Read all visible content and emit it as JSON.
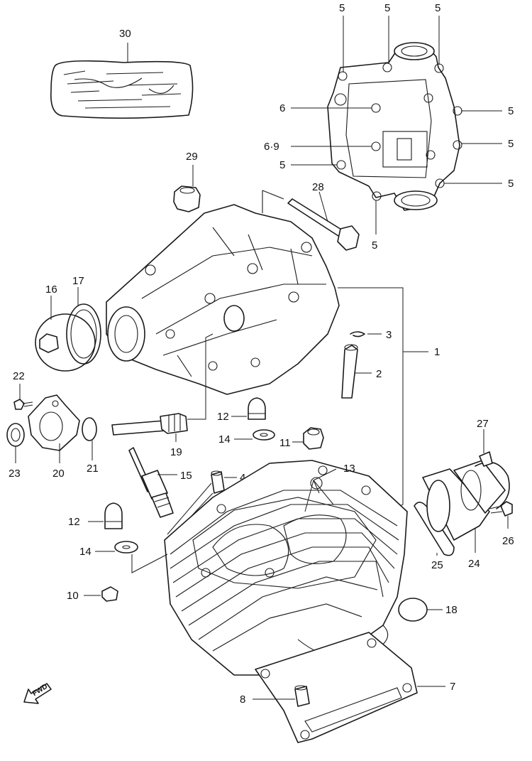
{
  "callouts": {
    "c30": "30",
    "c5a": "5",
    "c5b": "5",
    "c5c": "5",
    "c5d": "5",
    "c5e": "5",
    "c5f": "5",
    "c5g": "5",
    "c5h": "5",
    "c6": "6",
    "c69": "6·9",
    "c29": "29",
    "c28": "28",
    "c16": "16",
    "c17": "17",
    "c3": "3",
    "c1": "1",
    "c2": "2",
    "c22": "22",
    "c12a": "12",
    "c12b": "12",
    "c14a": "14",
    "c14b": "14",
    "c11": "11",
    "c13": "13",
    "c4": "4",
    "c15": "15",
    "c19": "19",
    "c20": "20",
    "c21": "21",
    "c23": "23",
    "c27": "27",
    "c26": "26",
    "c24": "24",
    "c25": "25",
    "c10": "10",
    "c18": "18",
    "c7": "7",
    "c8": "8"
  },
  "fwd_label": "FWD",
  "colors": {
    "line": "#1a1a1a",
    "background": "#ffffff"
  }
}
